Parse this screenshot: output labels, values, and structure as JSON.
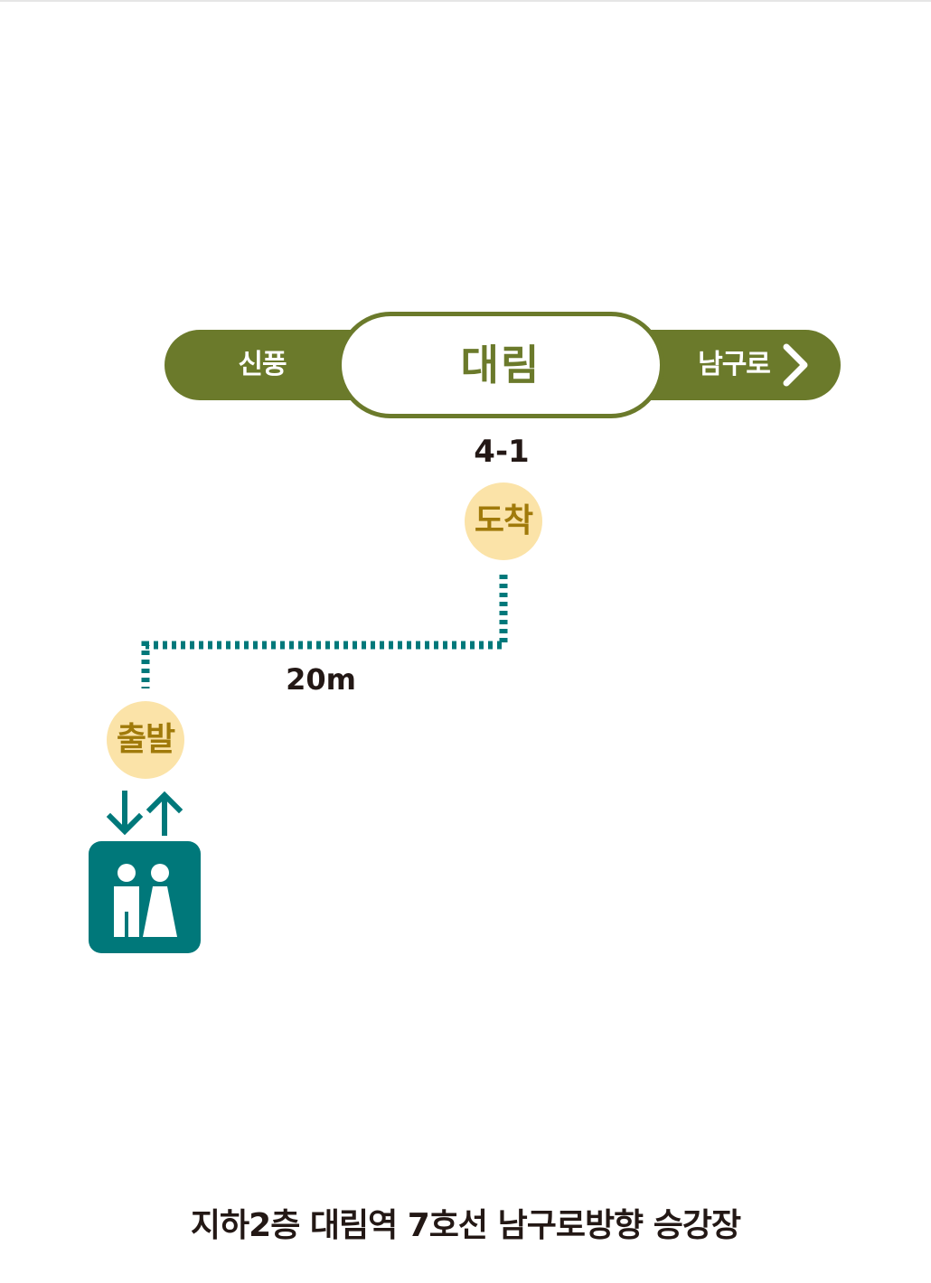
{
  "line": {
    "color": "#6b7a2b",
    "prev_station": "신풍",
    "current_station": "대림",
    "next_station": "남구로",
    "direction_icon": "chevron-right-icon"
  },
  "door": {
    "number": "4-1"
  },
  "route": {
    "arrival_label": "도착",
    "departure_label": "출발",
    "distance": "20m",
    "path_color": "#00787a",
    "badge_color": "#fbe3a8"
  },
  "elevator": {
    "icon": "elevator-icon",
    "arrows_icon": "up-down-arrows-icon",
    "color": "#00787a"
  },
  "caption": "지하2층 대림역 7호선 남구로방향 승강장"
}
